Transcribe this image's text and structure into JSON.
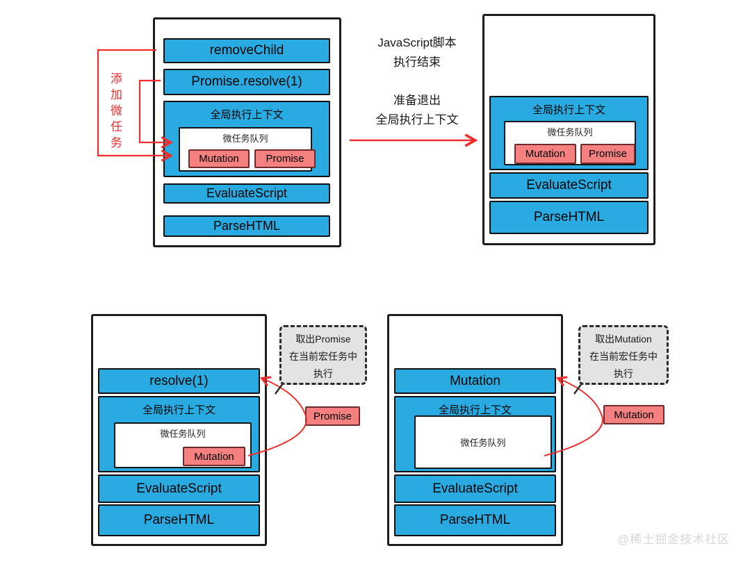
{
  "colors": {
    "box_blue": "#29abe2",
    "chip_pink": "#f58080",
    "arrow_red": "#ef2d2d",
    "note_gray": "#e3e3e3",
    "watermark_gray": "#d8d8d8"
  },
  "labels": {
    "global_context": "全局执行上下文",
    "microtask_queue": "微任务队列",
    "evaluate_script": "EvaluateScript",
    "parse_html": "ParseHTML"
  },
  "panels": {
    "top_left": {
      "frame_remove_child": "removeChild",
      "frame_promise_resolve": "Promise.resolve(1)",
      "queue_items": [
        "Mutation",
        "Promise"
      ]
    },
    "top_right": {
      "queue_items": [
        "Mutation",
        "Promise"
      ]
    },
    "bottom_left": {
      "frame_resolve": "resolve(1)",
      "queue_items": [
        "Mutation"
      ],
      "note": {
        "line1": "取出Promise",
        "line2": "在当前宏任务中",
        "line3": "执行"
      },
      "task_chip": "Promise"
    },
    "bottom_right": {
      "frame_mutation": "Mutation",
      "note": {
        "line1": "取出Mutation",
        "line2": "在当前宏任务中",
        "line3": "执行"
      },
      "task_chip": "Mutation"
    }
  },
  "annotations": {
    "add_microtask": "添加微任务",
    "script_end": {
      "line1": "JavaScript脚本",
      "line2": "执行结束"
    },
    "prepare_exit": {
      "line1": "准备退出",
      "line2": "全局执行上下文"
    }
  },
  "watermark": "@稀土掘金技术社区"
}
